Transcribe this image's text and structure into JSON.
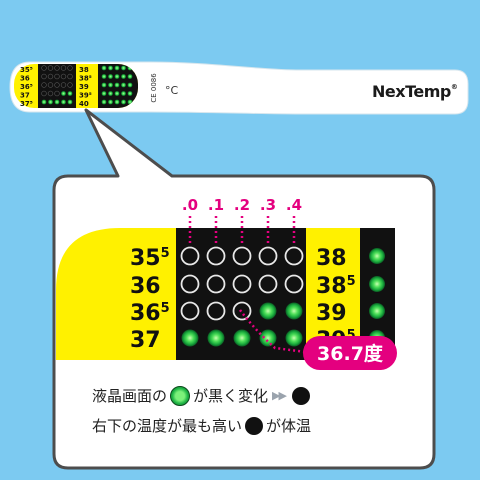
{
  "thermometer": {
    "brand": "NexTemp",
    "brand_mark": "®",
    "unit": "°C",
    "ce_mark": "CE 0086",
    "labels_left": [
      "35⁵",
      "36",
      "36⁵",
      "37",
      "37⁵"
    ],
    "labels_right": [
      "38",
      "38⁵",
      "39",
      "39⁵",
      "40"
    ]
  },
  "detail": {
    "decimals": [
      ".0",
      ".1",
      ".2",
      ".3",
      ".4"
    ],
    "labels_left": [
      {
        "main": "35",
        "sup": "5"
      },
      {
        "main": "36",
        "sup": ""
      },
      {
        "main": "36",
        "sup": "5"
      },
      {
        "main": "37",
        "sup": ""
      }
    ],
    "labels_right": [
      {
        "main": "38",
        "sup": ""
      },
      {
        "main": "38",
        "sup": "5"
      },
      {
        "main": "39",
        "sup": ""
      },
      {
        "main": "39",
        "sup": "5"
      }
    ],
    "dot_rows": [
      [
        "empty",
        "empty",
        "empty",
        "empty",
        "empty"
      ],
      [
        "empty",
        "empty",
        "empty",
        "empty",
        "empty"
      ],
      [
        "empty",
        "empty",
        "empty",
        "green",
        "green"
      ],
      [
        "green",
        "green",
        "green",
        "green",
        "green"
      ]
    ],
    "reading": "36.7度"
  },
  "legend": {
    "line1_before": "液晶画面の",
    "line1_after": "が黒く変化",
    "line2_before": "右下の温度が最も高い",
    "line2_after": "が体温"
  },
  "colors": {
    "background": "#7ccaf1",
    "yellow": "#fff100",
    "magenta": "#e4007f",
    "green": "#1fb545"
  }
}
